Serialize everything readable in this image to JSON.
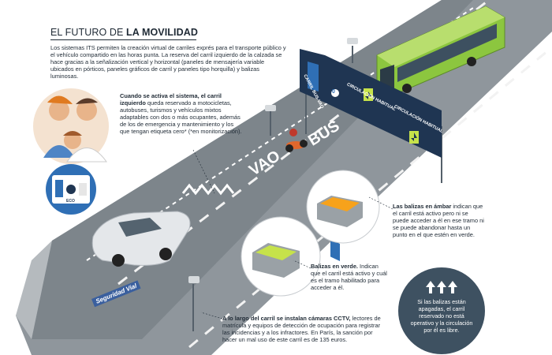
{
  "title": {
    "prefix": "EL FUTURO DE ",
    "bold": "LA MOVILIDAD"
  },
  "intro": "Los sistemas ITS permiten la creación virtual de carriles exprés para el transporte público y el vehículo compartido en las horas punta. La reserva del carril izquierdo de la calzada se hace gracias a la señalización vertical y horizontal (paneles de mensajería variable ubicados en pórticos, paneles gráficos de carril y paneles tipo horquilla) y balizas luminosas.",
  "callout_left": {
    "bold": "Cuando se activa el sistema, el carril izquierdo",
    "text": " queda reservado a motocicletas, autobuses, turismos y vehículos mixtos adaptables con dos o más ocupantes, además de los de emergencia y mantenimiento y los que tengan etiqueta cero* (*en monitorización)."
  },
  "callout_amber": {
    "bold": "Las balizas en ámbar",
    "text": " indican que el carril está activo pero ni se puede acceder a él en ese tramo ni se puede abandonar hasta un punto en el que estén en verde."
  },
  "callout_green": {
    "bold": "Balizas en verde.",
    "text": " Indican que el carril está activo y cuál es el tramo habilitado para acceder a él."
  },
  "callout_cctv": {
    "bold": "A lo largo del carril se instalan cámaras CCTV,",
    "text": " lectores de matrícula y equipos de detección de ocupación para registrar las incidencias y a los infractores. En París, la sanción por hacer un mal uso de este carril es de 135 euros."
  },
  "info_circle": "Si las balizas están apagadas, el carril reservado no está operativo y la circulación por él es libre.",
  "signs": {
    "lane_sign": "CARRIL BUS-VAO",
    "normal_1": "CIRCULACIÓN HABITUAL",
    "normal_2": "CIRCULACIÓN HABITUAL",
    "speed": "0"
  },
  "road_markings": {
    "bus": "BUS",
    "vao": "VAO"
  },
  "brand": {
    "label": "Seguridad Vial",
    "sticker": "ECO"
  },
  "colors": {
    "road": "#8f969c",
    "road_dark": "#6b7378",
    "bus": "#8cc63f",
    "amber": "#f7a21b",
    "green_light": "#c6e24a",
    "navy": "#1f3552",
    "accent_blue": "#2f6fb5"
  }
}
